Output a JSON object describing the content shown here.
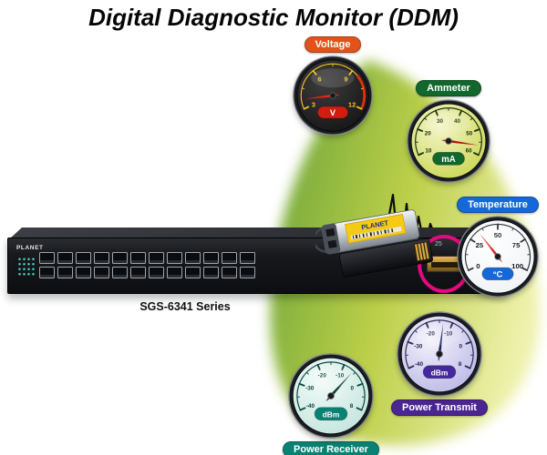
{
  "title": {
    "main": "Digital Diagnostic Monitor ",
    "bold": "(DDM)"
  },
  "device": {
    "brand": "PLANET",
    "series_label": "SGS-6341 Series",
    "port_count": 24,
    "highlight_port": "25"
  },
  "sfp": {
    "brand": "PLANET"
  },
  "colors": {
    "highlight_ring": "#e5097f",
    "blob_left": "#6da53a",
    "blob_mid": "#bccf48",
    "blob_right": "#eef2ad"
  },
  "gauges": [
    {
      "id": "voltage",
      "label": "Voltage",
      "unit": "V",
      "ticks": [
        "3",
        "6",
        "9",
        "12"
      ],
      "tab_color": "#e2531b",
      "face": "#121212",
      "face_hi": "#3d3d3d",
      "scale_color": "#f2c41f",
      "num_color": "#f2c41f",
      "band_color": "#cf1d10",
      "unit_color": "#ffffff",
      "needle_color": "#e8231a",
      "needle_angle": 187,
      "danger_from": 0.72,
      "danger_color": "#e03010"
    },
    {
      "id": "ammeter",
      "label": "Ammeter",
      "unit": "mA",
      "ticks": [
        "10",
        "20",
        "30",
        "40",
        "50",
        "60"
      ],
      "tab_color": "#11672c",
      "face": "#c6d44b",
      "face_hi": "#f3f6c9",
      "scale_color": "#22300f",
      "num_color": "#1c260c",
      "band_color": "#11672c",
      "unit_color": "#ffffff",
      "needle_color": "#b31414",
      "needle_angle": -8
    },
    {
      "id": "temperature",
      "label": "Temperature",
      "unit": "°C",
      "ticks": [
        "0",
        "25",
        "50",
        "75",
        "100"
      ],
      "tab_color": "#1668d8",
      "face": "#eef1f4",
      "face_hi": "#ffffff",
      "scale_color": "#33383d",
      "num_color": "#17191c",
      "band_color": "#1668d8",
      "unit_color": "#ffffff",
      "needle_color": "#d62828",
      "needle_angle": 128
    },
    {
      "id": "power-transmit",
      "label": "Power Transmit",
      "unit": "dBm",
      "ticks": [
        "-40",
        "-30",
        "-20",
        "-10",
        "0",
        "8"
      ],
      "tab_color": "#4b2591",
      "face": "#b7b4e4",
      "face_hi": "#f4f3fc",
      "scale_color": "#322a55",
      "num_color": "#241d45",
      "band_color": "#46289e",
      "unit_color": "#ffffff",
      "needle_color": "#26265e",
      "needle_angle": 83
    },
    {
      "id": "power-receiver",
      "label": "Power Receiver",
      "unit": "dBm",
      "ticks": [
        "-40",
        "-30",
        "-20",
        "-10",
        "0",
        "8"
      ],
      "tab_color": "#0a8273",
      "face": "#bfe2da",
      "face_hi": "#f2fbf8",
      "scale_color": "#0c4a40",
      "num_color": "#083d34",
      "band_color": "#0a8273",
      "unit_color": "#ffffff",
      "needle_color": "#123f38",
      "needle_angle": 48
    }
  ]
}
